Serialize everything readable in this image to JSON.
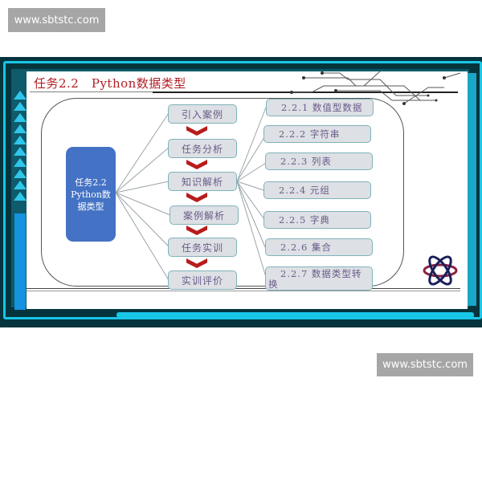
{
  "watermarks": {
    "top": "www.sbtstc.com",
    "bottom": "www.sbtstc.com"
  },
  "slide": {
    "title": "任务2.2　Python数据类型",
    "root_node": {
      "line1": "任务2.2",
      "line2": "Python数",
      "line3": "据类型"
    },
    "stages": [
      {
        "label": "引入案例"
      },
      {
        "label": "任务分析"
      },
      {
        "label": "知识解析"
      },
      {
        "label": "案例解析"
      },
      {
        "label": "任务实训"
      },
      {
        "label": "实训评价"
      }
    ],
    "knowledge_points": [
      {
        "label": "2.2.1 数值型数据"
      },
      {
        "label": "2.2.2 字符串"
      },
      {
        "label": "2.2.3 列表"
      },
      {
        "label": "2.2.4 元组"
      },
      {
        "label": "2.2.5 字典"
      },
      {
        "label": "2.2.6 集合"
      },
      {
        "label": "2.2.7 数据类型转",
        "wrap": "换"
      }
    ],
    "logo_icon": "atom-logo-icon",
    "decoration_icon": "circuit-lines-icon"
  },
  "colors": {
    "frame_dark": "#05343d",
    "frame_cyan": "#18c6e8",
    "root_fill": "#4472c4",
    "title_red": "#b01e24",
    "chevron_red": "#b81c1c",
    "box_fill": "#dde0e4",
    "box_border": "#7fb3bb",
    "box_text": "#6a5a8a"
  }
}
